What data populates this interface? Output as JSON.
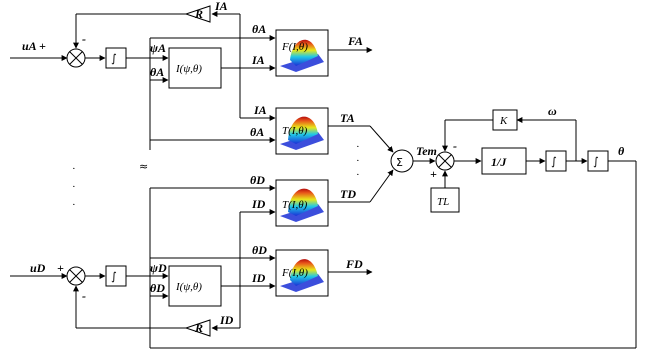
{
  "labels": {
    "uA": "uA +",
    "uA_minus": "-",
    "uD": "uD",
    "uD_plus": "+",
    "uD_minus": "-",
    "psiA": "ψA",
    "thetaA_left": "θA",
    "psiD": "ψD",
    "thetaD_left": "θD",
    "IA_top": "IA",
    "thetaA_top": "θA",
    "FA": "FA",
    "IA_mid": "IA",
    "IA_mid2": "IA",
    "thetaA_mid": "θA",
    "TA": "TA",
    "thetaD_mid": "θD",
    "ID_mid": "ID",
    "TD": "TD",
    "thetaD_bot": "θD",
    "ID_bot": "ID",
    "FD": "FD",
    "ID_feedback": "ID",
    "Tem": "Tem",
    "TL": "TL",
    "omega": "ω",
    "theta_out": "θ",
    "minus_sum": "-",
    "plus_sum": "+"
  },
  "blocks": {
    "R_top": "R",
    "R_bot": "R",
    "int_A": "∫",
    "int_D": "∫",
    "flux_A": "I(ψ,θ)",
    "flux_D": "I(ψ,θ)",
    "force_A": "F(I,θ)",
    "torque_A": "T(I,θ)",
    "torque_D": "T(I,θ)",
    "force_D": "F(I,θ)",
    "sigma": "Σ",
    "K": "K",
    "inertia": "1/J",
    "int_omega": "∫",
    "int_theta": "∫",
    "TL_box": "TL"
  },
  "ellipsis": {
    "left_dots": "⋮",
    "mid_dots": "⋮",
    "approx": "≈"
  }
}
